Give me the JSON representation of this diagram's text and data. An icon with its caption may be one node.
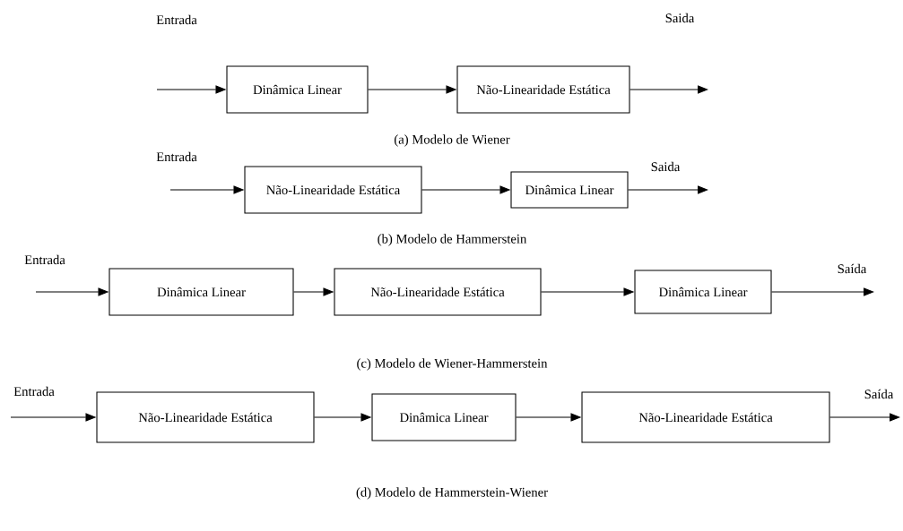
{
  "diagram": {
    "nodes": [
      {
        "text": [
          "Dinâmica Linear"
        ]
      },
      {
        "text": [
          "Não-Linearidade Estática"
        ]
      },
      {
        "text": [
          "Não-Linearidade Estática"
        ]
      },
      {
        "text": [
          "Dinâmica Linear"
        ]
      },
      {
        "text": [
          "Dinâmica Linear"
        ]
      },
      {
        "text": [
          "Não-Linearidade Estática"
        ]
      },
      {
        "text": [
          "Dinâmica Linear"
        ]
      },
      {
        "text": [
          "Não-Linearidade Estática"
        ]
      },
      {
        "text": [
          "Dinâmica Linear"
        ]
      },
      {
        "text": [
          "Não-Linearidade Estática"
        ]
      }
    ],
    "edges": [
      {
        "from": null,
        "to": 0,
        "arrow": "to"
      },
      {
        "from": 0,
        "to": 1,
        "arrow": "to"
      },
      {
        "from": 1,
        "to": null,
        "arrow": "to"
      },
      {
        "from": null,
        "to": 2,
        "arrow": "to"
      },
      {
        "from": 2,
        "to": 3,
        "arrow": "to"
      },
      {
        "from": 3,
        "to": null,
        "arrow": "to"
      },
      {
        "from": null,
        "to": 4,
        "arrow": "to"
      },
      {
        "from": 4,
        "to": 5,
        "arrow": "to"
      },
      {
        "from": 5,
        "to": 6,
        "arrow": "to"
      },
      {
        "from": 6,
        "to": null,
        "arrow": "to"
      },
      {
        "from": null,
        "to": 7,
        "arrow": "to"
      },
      {
        "from": 7,
        "to": 8,
        "arrow": "to"
      },
      {
        "from": 8,
        "to": 9,
        "arrow": "to"
      },
      {
        "from": 9,
        "to": null,
        "arrow": "to"
      }
    ],
    "labels": [
      "Entrada",
      "Saida",
      "(a) Modelo de Wiener",
      "Entrada",
      "Saida",
      "(b) Modelo de Hammerstein",
      "Entrada",
      "Saída",
      "(c) Modelo de Wiener-Hammerstein",
      "Entrada",
      "Saída",
      "(d) Modelo de Hammerstein-Wiener"
    ]
  }
}
